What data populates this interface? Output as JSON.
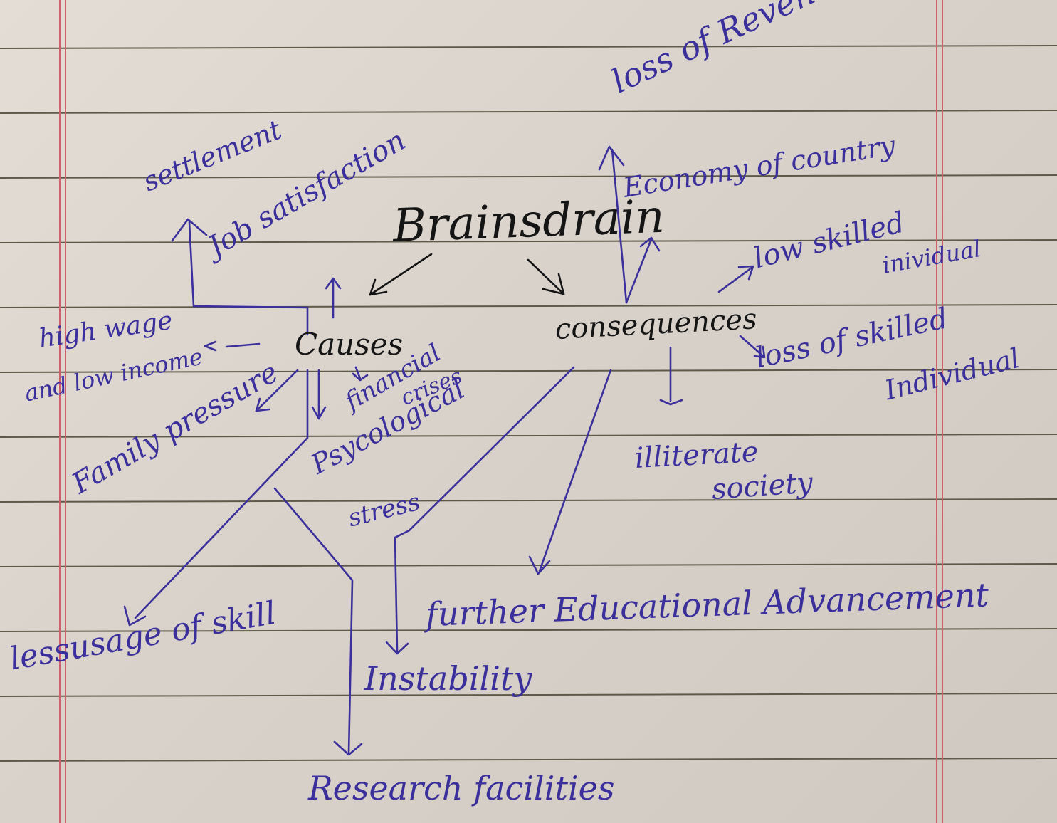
{
  "nodes": {
    "center": "Brainsdrain",
    "causes": "Causes",
    "consequences": "consequences",
    "settlement": "settlement",
    "job_satisfaction": "Job satisfaction",
    "high_wage": "high wage",
    "low_income": "and low income",
    "financial": "financial",
    "crises": "crises",
    "family_pressure": "Family pressure",
    "psychological": "Psycological",
    "stress": "stress",
    "lessusage": "lessusage of skill",
    "research": "Research facilities",
    "instability": "Instability",
    "further_education": "further Educational Advancement",
    "loss_revenue": "loss of Revenue",
    "economy": "Economy of country",
    "low_skilled_1": "low skilled",
    "low_skilled_2": "inividual",
    "loss_skilled_1": "loss of skilled",
    "loss_skilled_2": "Individual",
    "illiterate": "illiterate",
    "society": "society"
  },
  "colors": {
    "ink": "#3b2f9c",
    "ink_dark": "#151515",
    "paper": "#dcd6ce",
    "rule_line": "#5e5a4a",
    "margin_line": "#d0606c"
  }
}
